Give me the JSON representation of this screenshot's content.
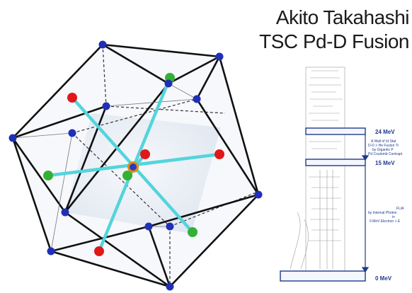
{
  "title": {
    "line1": "Akito Takahashi",
    "line2": "TSC Pd-D Fusion"
  },
  "colors": {
    "vertex": "#1f2fb8",
    "red_node": "#e01818",
    "green_node": "#34b034",
    "center_node": "#e08a10",
    "axis_line": "#54d4dc",
    "cube_edge": "#111111",
    "level_line": "#1f3a8c"
  },
  "level_diagram": {
    "levels": [
      {
        "label": "24 MeV"
      },
      {
        "label": "15 MeV"
      },
      {
        "label": "0 MeV"
      }
    ],
    "notes": [
      {
        "lines": [
          "A Wall of Id Stat",
          "D-D > He Fusion Tr",
          "by Gigantic P",
          "Pd Coulomb Contrapt"
        ]
      },
      {
        "lines": [
          "FLIA",
          "by Internal Photon",
          "in",
          "0 MeV Electron + E"
        ]
      }
    ]
  }
}
